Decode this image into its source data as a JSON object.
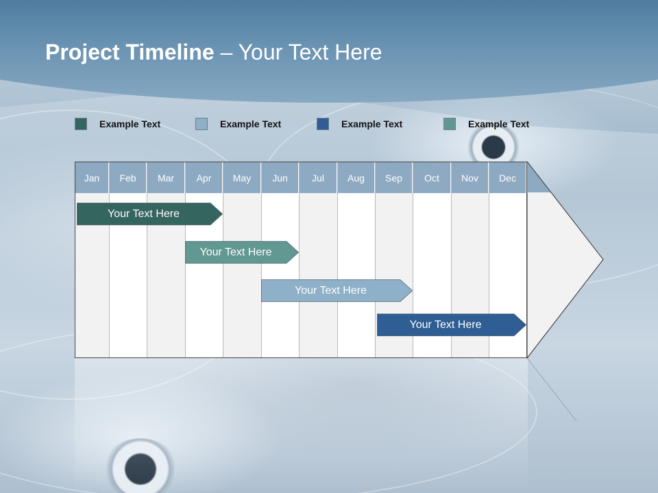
{
  "title": {
    "bold": "Project Timeline",
    "rest": " – Your Text Here"
  },
  "legend": [
    {
      "label": "Example Text",
      "color": "#35655f"
    },
    {
      "label": "Example Text",
      "color": "#8fb0c9"
    },
    {
      "label": "Example Text",
      "color": "#2f5e94"
    },
    {
      "label": "Example Text",
      "color": "#629892"
    }
  ],
  "months": [
    "Jan",
    "Feb",
    "Mar",
    "Apr",
    "May",
    "Jun",
    "Jul",
    "Aug",
    "Sep",
    "Oct",
    "Nov",
    "Dec"
  ],
  "tasks": [
    {
      "label": "Your  Text Here",
      "start_month": "Jan",
      "end_month": "Apr",
      "color": "#35655f"
    },
    {
      "label": "Your  Text Here",
      "start_month": "Apr",
      "end_month": "Jun",
      "color": "#629892"
    },
    {
      "label": "Your  Text Here",
      "start_month": "Jun",
      "end_month": "Sep",
      "color": "#8fb0c9"
    },
    {
      "label": "Your  Text Here",
      "start_month": "Sep",
      "end_month": "Dec",
      "color": "#2f5e94"
    }
  ]
}
